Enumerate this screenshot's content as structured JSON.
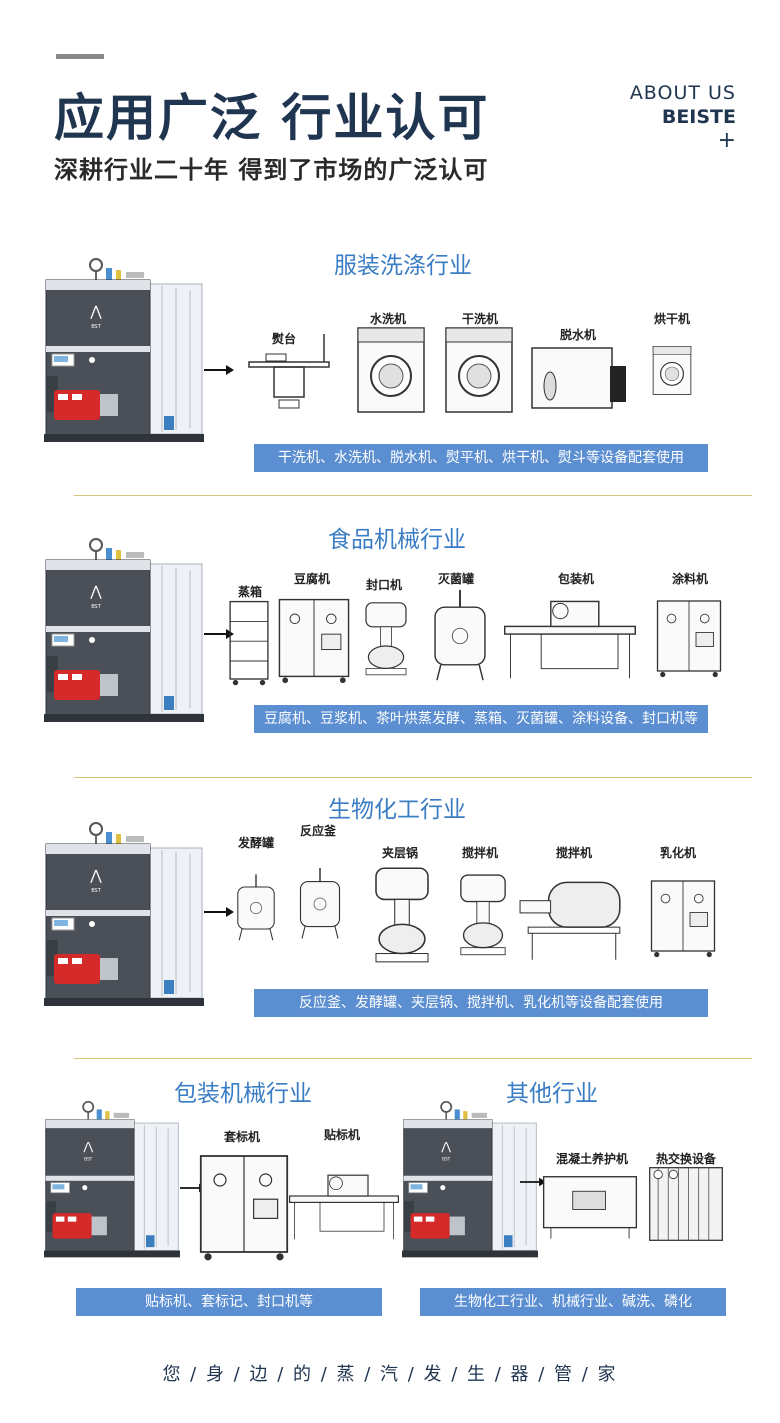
{
  "header": {
    "title": "应用广泛  行业认可",
    "subtitle": "深耕行业二十年  得到了市场的广泛认可",
    "about_line1": "ABOUT US",
    "about_line2": "BEISTE",
    "about_plus": "+"
  },
  "sections": [
    {
      "title": "服装洗涤行业",
      "caption": "干洗机、水洗机、脱水机、熨平机、烘干机、熨斗等设备配套使用",
      "equipment": [
        "熨台",
        "水洗机",
        "干洗机",
        "脱水机",
        "烘干机"
      ]
    },
    {
      "title": "食品机械行业",
      "caption": "豆腐机、豆浆机、茶叶烘蒸发酵、蒸箱、灭菌罐、涂料设备、封口机等",
      "equipment": [
        "蒸箱",
        "豆腐机",
        "封口机",
        "灭菌罐",
        "包装机",
        "涂料机"
      ]
    },
    {
      "title": "生物化工行业",
      "caption": "反应釜、发酵罐、夹层锅、搅拌机、乳化机等设备配套使用",
      "equipment": [
        "发酵罐",
        "反应釜",
        "夹层锅",
        "搅拌机",
        "搅拌机",
        "乳化机"
      ]
    },
    {
      "title": "包装机械行业",
      "caption": "贴标机、套标记、封口机等",
      "equipment": [
        "套标机",
        "贴标机"
      ]
    },
    {
      "title": "其他行业",
      "caption": "生物化工行业、机械行业、碱洗、磷化",
      "equipment": [
        "混凝土养护机",
        "热交换设备"
      ]
    }
  ],
  "footer": "您 / 身 / 边 / 的 / 蒸 / 汽 / 发 / 生 / 器 / 管 / 家",
  "colors": {
    "title": "#1f3550",
    "section_title": "#3b7dc4",
    "caption_bg": "#5b8fd2",
    "divider": "#d8c67c",
    "boiler_panel": "#4a4f58",
    "burner": "#d42a2a"
  },
  "icons": [
    "boiler-illustration",
    "arrow-right-icon",
    "equipment-line-drawing"
  ]
}
